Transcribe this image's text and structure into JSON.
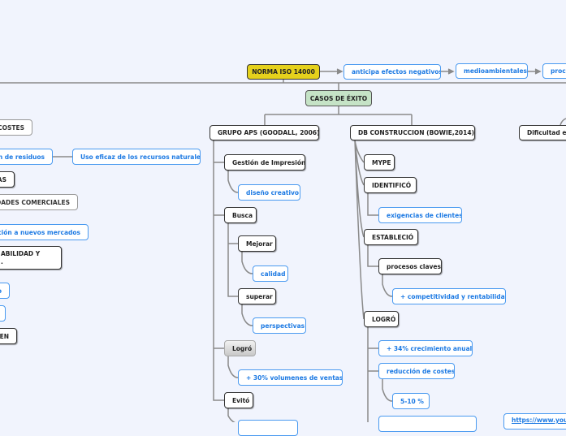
{
  "root": {
    "label": "NORMA ISO 14000"
  },
  "chain": [
    "anticipa efectos negativos",
    "medioambientales",
    "proce"
  ],
  "casos": {
    "label": "CASOS DE ÉXITO"
  },
  "left": {
    "costes": "COSTES",
    "residuos": "ón de residuos",
    "uso_eficaz": "Uso eficaz de los recursos naturales",
    "as": "AS",
    "comerciales": "IDADES COMERCIALES",
    "mercados": "ración a nuevos mercados",
    "rentabilidad": "ABILIDAD Y\n.",
    "o": "o",
    "blank": "",
    "gen": "GEN"
  },
  "grupo_aps": {
    "label": "GRUPO APS (GOODALL, 2006)",
    "gestion": "Gestión de Impresión",
    "diseno": "diseño creativo",
    "busca": "Busca",
    "mejorar": "Mejorar",
    "calidad": "calidad",
    "superar": "superar",
    "perspectivas": "perspectivas",
    "logro": "Logró",
    "ventas": "+ 30% volumenes de ventas",
    "evito": "Evitó"
  },
  "db": {
    "label": "DB CONSTRUCCION (BOWIE,2014)",
    "mype": "MYPE",
    "identifico": "IDENTIFICÓ",
    "exigencias": "exigencias de clientes",
    "establecio": "ESTABLECIÓ",
    "procesos": "procesos claves",
    "competitividad": "+ competitividad y rentabilidad",
    "logro": "LOGRÓ",
    "crecimiento": "+ 34% crecimiento anual",
    "reduccion": "reducción de costes",
    "porcentaje": "5-10 %",
    "link": "https://www.you"
  },
  "dificultad": {
    "label": "Dificultad en"
  },
  "colors": {
    "background": "#f1f4fd",
    "root": "#e5d11c",
    "casos": "#c5e3c6",
    "link_text": "#1d7ae3",
    "link_border": "#4a9af0",
    "connector": "#8a8a8a"
  }
}
